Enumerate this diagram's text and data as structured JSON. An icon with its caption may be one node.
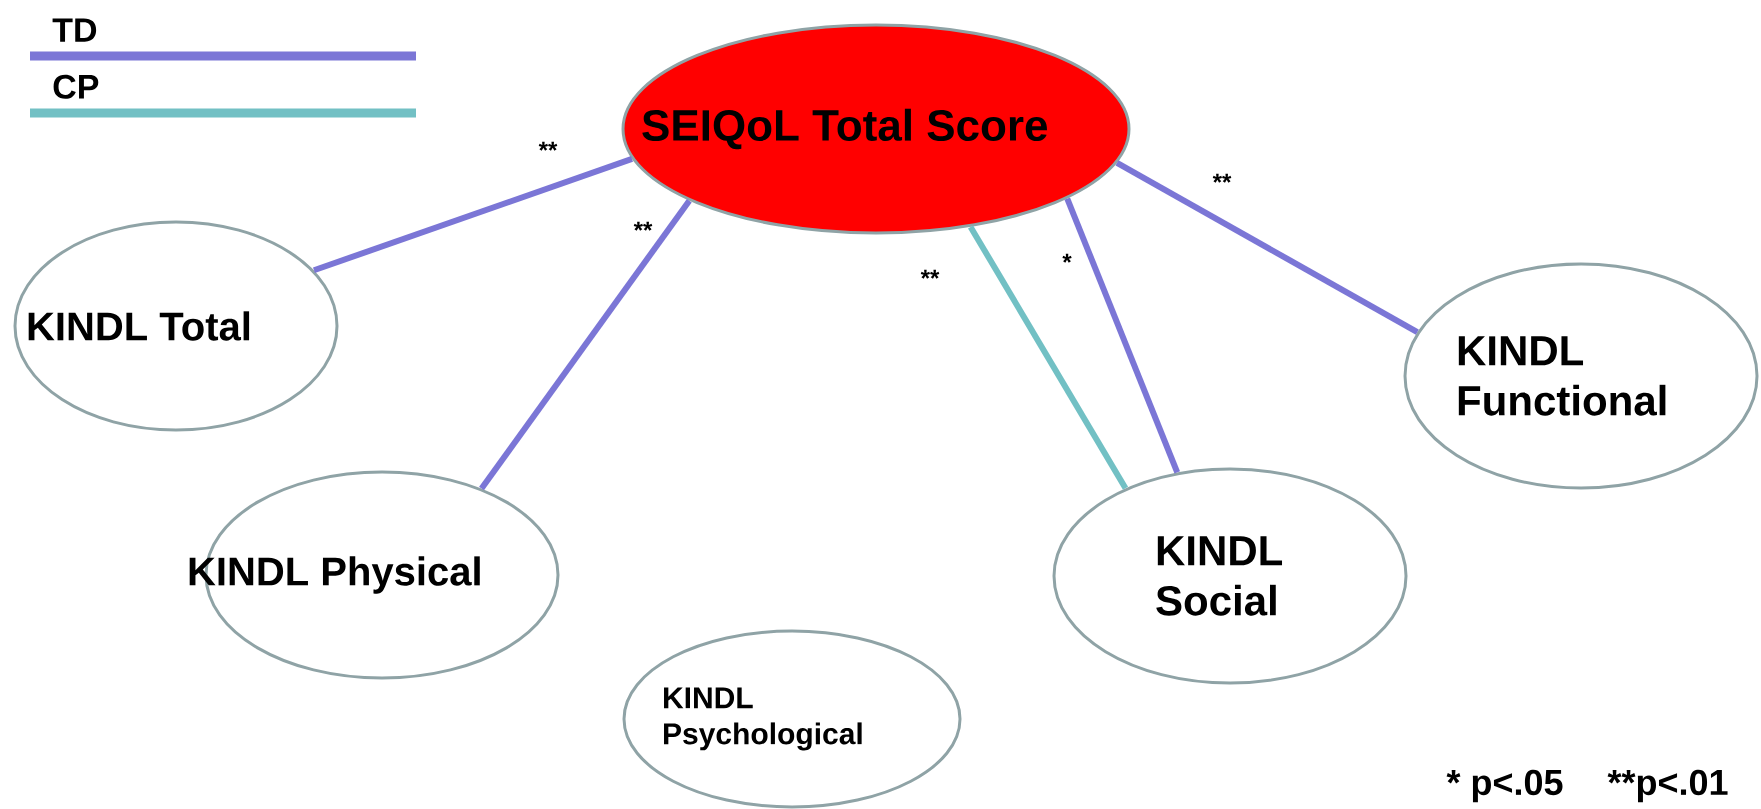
{
  "diagram": {
    "nodes": [
      {
        "text": [
          "SEIQoL Total Score"
        ]
      },
      {
        "text": [
          "KINDL Total"
        ]
      },
      {
        "text": [
          "KINDL Physical"
        ]
      },
      {
        "text": [
          "KINDL Psychological"
        ]
      },
      {
        "text": [
          "KINDL Social"
        ]
      },
      {
        "text": [
          "KINDL Functional"
        ]
      }
    ],
    "edges": [
      {
        "from": 0,
        "to": 1,
        "arrow": "none",
        "label": "**"
      },
      {
        "from": 0,
        "to": 2,
        "arrow": "none",
        "label": "**"
      },
      {
        "from": 0,
        "to": 4,
        "arrow": "none",
        "label": "**",
        "color": "#72c0c4"
      },
      {
        "from": 0,
        "to": 4,
        "arrow": "none",
        "label": "*"
      },
      {
        "from": 0,
        "to": 5,
        "arrow": "none",
        "label": "**"
      }
    ],
    "labels": [
      "* p<.05",
      "**p<.01"
    ],
    "legend": [
      {
        "text": "TD",
        "color": "#7b76d6"
      },
      {
        "text": "CP",
        "color": "#72c0c4"
      }
    ]
  }
}
